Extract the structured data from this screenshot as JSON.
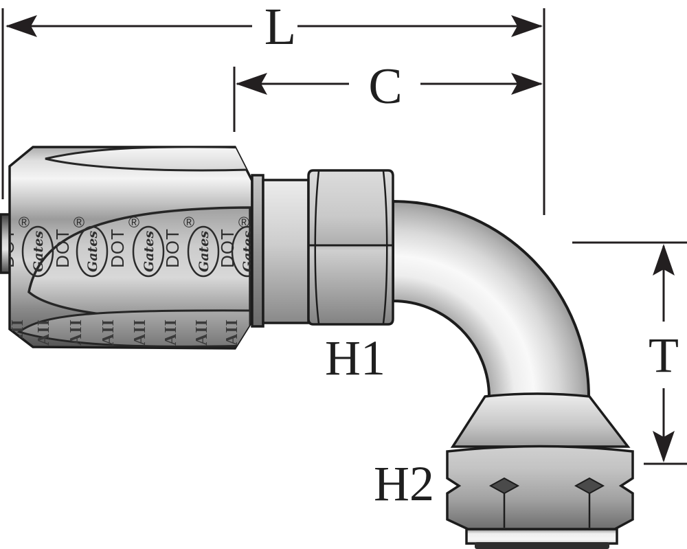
{
  "figure": {
    "type": "technical-dimension-diagram",
    "subject": "90-degree swivel hydraulic hose coupling side view",
    "background_color": "#ffffff",
    "line_color": "#231f20",
    "metal_light": "#f4f4f4",
    "metal_mid": "#b5b5b5",
    "metal_dark": "#5a5a5a"
  },
  "dimension_labels": {
    "overall_length": "L",
    "cutoff_length": "C",
    "drop_height": "T",
    "hex_size_1": "H1",
    "hex_size_2": "H2"
  },
  "shell_markings": {
    "brand_script": "Gates",
    "dot_text": "DOT",
    "registered_mark": "®",
    "lower_band_text": "AII"
  }
}
